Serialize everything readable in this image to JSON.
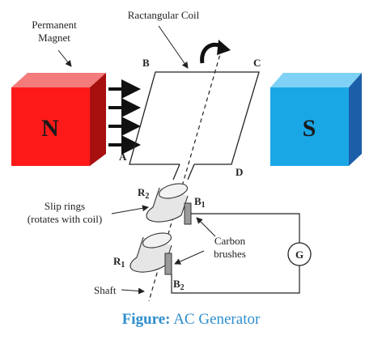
{
  "labels": {
    "permanent_magnet": [
      "Permanent",
      "Magnet"
    ],
    "coil": "Ractangular Coil",
    "corner_a": "A",
    "corner_b": "B",
    "corner_c": "C",
    "corner_d": "D",
    "ring_r2": "R",
    "ring_r2_sub": "2",
    "ring_r1": "R",
    "ring_r1_sub": "1",
    "brush_b1": "B",
    "brush_b1_sub": "1",
    "brush_b2": "B",
    "brush_b2_sub": "2",
    "slip_rings": [
      "Slip rings",
      "(rotates with coil)"
    ],
    "carbon_brushes": [
      "Carbon",
      "brushes"
    ],
    "shaft": "Shaft",
    "galvanometer": "G"
  },
  "magnets": {
    "north": {
      "label": "N",
      "color": "#ff1a1a"
    },
    "south": {
      "label": "S",
      "color": "#1aa7e6"
    }
  },
  "caption": {
    "prefix": "Figure:",
    "text": " AC Generator",
    "color": "#2e8ecc"
  }
}
